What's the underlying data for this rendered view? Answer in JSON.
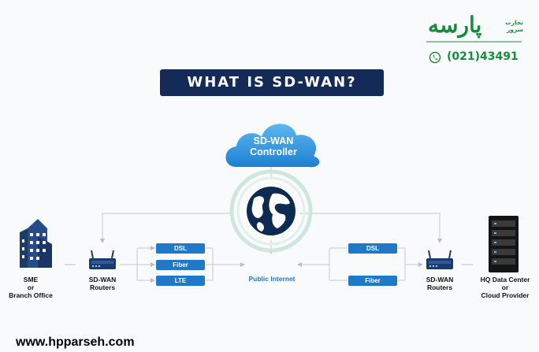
{
  "logo": {
    "brand": "پارسه",
    "sub_line1": "تجارت",
    "sub_line2": "سرور",
    "phone": "(021)43491",
    "accent_color": "#1a8a3c"
  },
  "title": "WHAT IS SD-WAN?",
  "controller": {
    "line1": "SD-WAN",
    "line2": "Controller"
  },
  "nodes": {
    "left_site": {
      "line1": "SME",
      "line2": "or",
      "line3": "Branch Office",
      "icon": "building-icon"
    },
    "left_router": {
      "line1": "SD-WAN",
      "line2": "Routers",
      "icon": "router-icon"
    },
    "right_router": {
      "line1": "SD-WAN",
      "line2": "Routers",
      "icon": "router-icon"
    },
    "right_site": {
      "line1": "HQ Data Center",
      "line2": "or",
      "line3": "Cloud Provider",
      "icon": "server-rack-icon"
    }
  },
  "links_left": [
    "DSL",
    "Fiber",
    "LTE"
  ],
  "links_right": [
    "DSL",
    "Fiber"
  ],
  "internet_label": "Public Internet",
  "website": "www.hpparseh.com",
  "colors": {
    "navy": "#142a57",
    "blue": "#1f78c8",
    "cloud": "#3aa0e6",
    "globe": "#0d2a50"
  }
}
